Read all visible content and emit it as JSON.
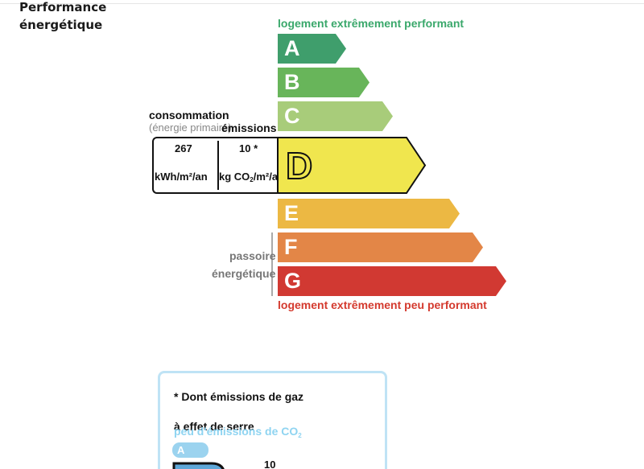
{
  "header": {
    "title_line1": "Performance",
    "title_line2": "énergétique"
  },
  "scale": {
    "top_caption": "logement extrêmement performant",
    "bottom_caption": "logement extrêmement peu performant",
    "classes": [
      {
        "letter": "A",
        "color": "#3f9e6c"
      },
      {
        "letter": "B",
        "color": "#68b55a"
      },
      {
        "letter": "C",
        "color": "#a8cc7a"
      },
      {
        "letter": "D",
        "color": "#f0e64e"
      },
      {
        "letter": "E",
        "color": "#ecb843"
      },
      {
        "letter": "F",
        "color": "#e38647"
      },
      {
        "letter": "G",
        "color": "#d13932"
      }
    ],
    "current_class": "D"
  },
  "values": {
    "consumption_label": "consommation",
    "consumption_sublabel": "(énergie primaire)",
    "emissions_label": "émissions",
    "consumption_value": "267",
    "consumption_unit": "kWh/m²/an",
    "emissions_value": "10 *",
    "emissions_unit_prefix": "kg CO",
    "emissions_unit_sub": "2",
    "emissions_unit_suffix": "/m²/an"
  },
  "passoire": {
    "line1": "passoire",
    "line2": "énergétique"
  },
  "ges_card": {
    "note_line1": "* Dont émissions de gaz",
    "note_line2": "à effet de serre",
    "caption_prefix": "peu d'émissions de CO",
    "caption_sub": "2",
    "bar_a_letter": "A",
    "bar_a_color": "#9bd3ef",
    "bar_b_color": "#5ea7d8",
    "value": "10"
  }
}
